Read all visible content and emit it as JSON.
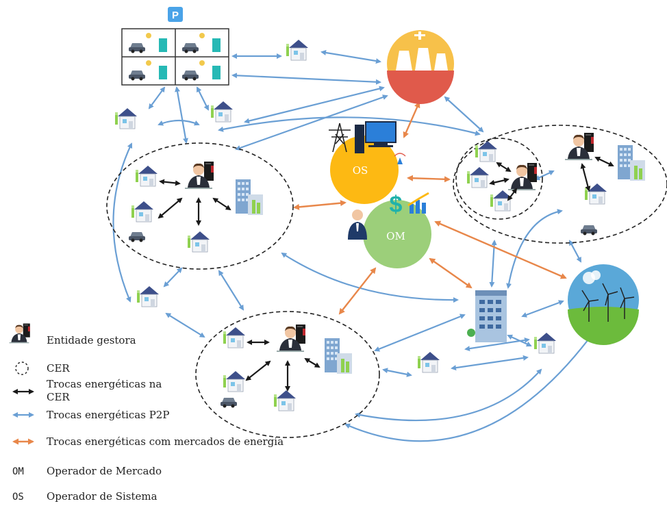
{
  "parking_sign": "P",
  "os_label": "OS",
  "om_label": "OM",
  "legend": {
    "entity": "Entidade gestora",
    "cer": "CER",
    "cer_exchange_line1": "Trocas energéticas na",
    "cer_exchange_line2": "CER",
    "p2p": "Trocas energéticas P2P",
    "market": "Trocas energéticas com mercados de energia",
    "om_abbr": "OM",
    "om_full": "Operador de Mercado",
    "os_abbr": "OS",
    "os_full": "Operador de Sistema"
  },
  "colors": {
    "p2p_arrow": "#6a9fd4",
    "market_arrow": "#e8874a",
    "cer_arrow": "#1a1a1a",
    "os_circle": "#fdb913",
    "om_circle": "#9ccf7a",
    "plant_circle": "#f5b942",
    "wind_circle": "#5aa8d8"
  }
}
